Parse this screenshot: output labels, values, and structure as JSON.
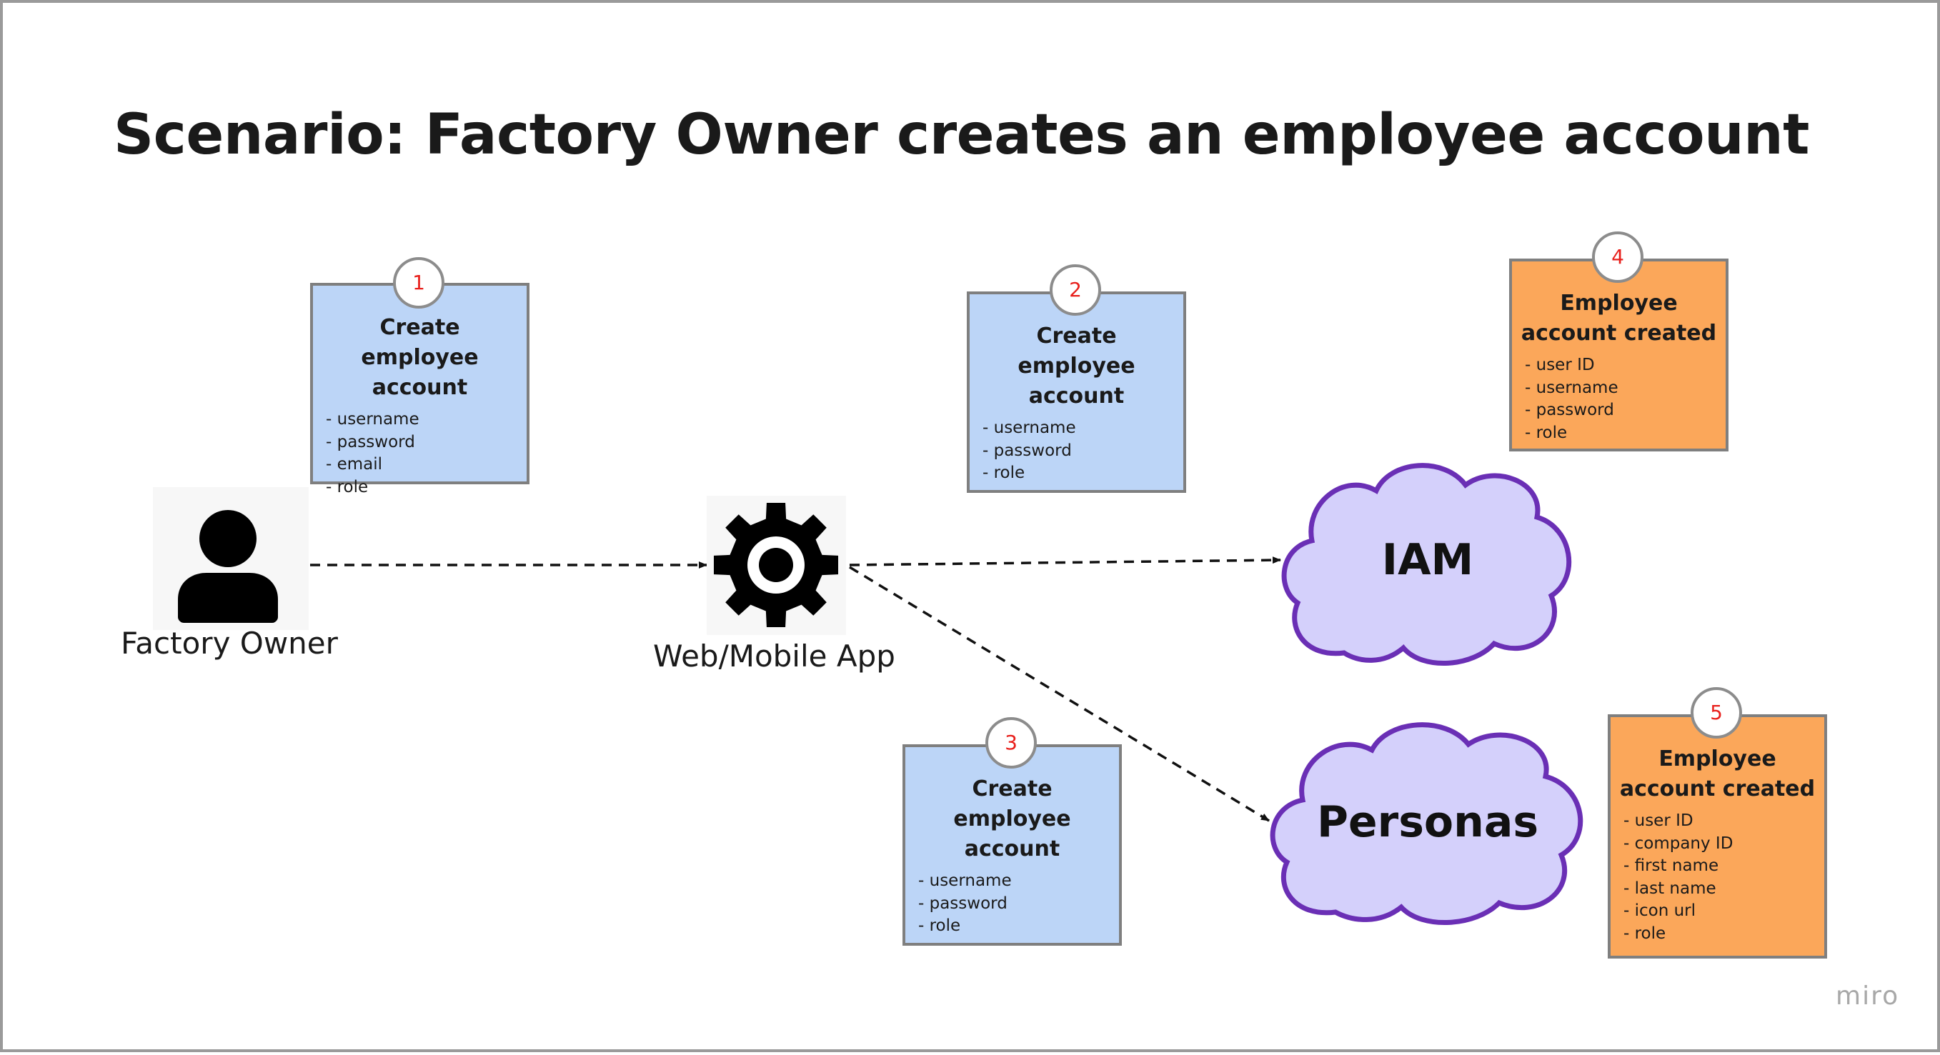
{
  "title": "Scenario: Factory Owner creates an employee account",
  "actors": {
    "owner": "Factory Owner",
    "app": "Web/Mobile App"
  },
  "services": {
    "iam": "IAM",
    "personas": "Personas"
  },
  "notes": [
    {
      "badge": "1",
      "title": "Create employee account",
      "items": [
        "- username",
        "- password",
        "- email",
        "- role"
      ]
    },
    {
      "badge": "2",
      "title": "Create employee account",
      "items": [
        "- username",
        "- password",
        "- role"
      ]
    },
    {
      "badge": "3",
      "title": "Create employee account",
      "items": [
        "- username",
        "- password",
        "- role"
      ]
    },
    {
      "badge": "4",
      "title": "Employee account created",
      "items": [
        "- user ID",
        "- username",
        "- password",
        "- role"
      ]
    },
    {
      "badge": "5",
      "title": "Employee account created",
      "items": [
        "- user ID",
        "- company ID",
        "- first name",
        "- last name",
        "- icon url",
        "- role"
      ]
    }
  ],
  "brand": "miro",
  "icons": {
    "owner": "person-icon",
    "app": "gear-icon"
  },
  "colors": {
    "request_note": "#bcd5f7",
    "response_note": "#fba75a",
    "cloud_fill": "#d4d0fb",
    "cloud_stroke": "#6a2fb5",
    "badge_text": "#e8201c"
  }
}
